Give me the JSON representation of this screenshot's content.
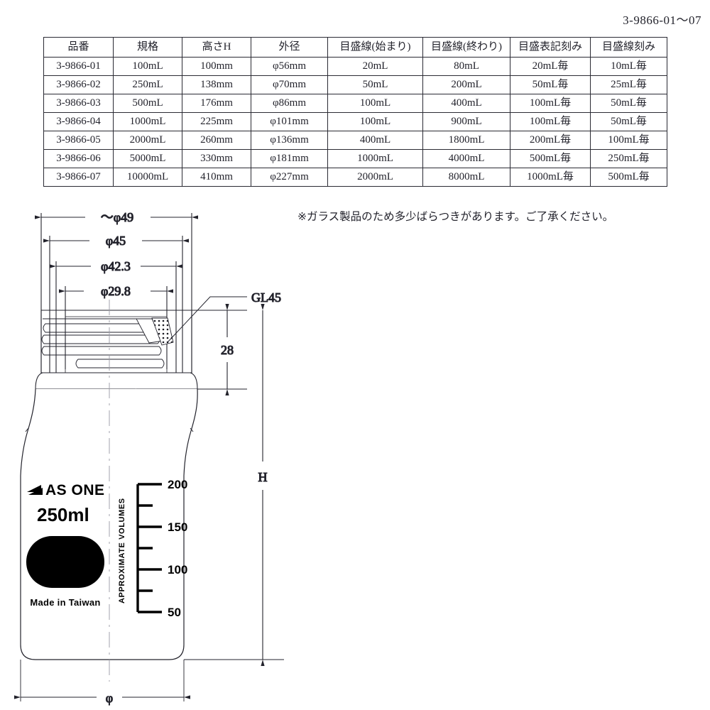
{
  "part_code": "3-9866-01〜07",
  "note": "※ガラス製品のため多少ばらつきがあります。ご了承ください。",
  "table": {
    "headers": [
      "品番",
      "規格",
      "高さH",
      "外径",
      "目盛線(始まり)",
      "目盛線(終わり)",
      "目盛表記刻み",
      "目盛線刻み"
    ],
    "rows": [
      [
        "3-9866-01",
        "100mL",
        "100mm",
        "φ56mm",
        "20mL",
        "80mL",
        "20mL毎",
        "10mL毎"
      ],
      [
        "3-9866-02",
        "250mL",
        "138mm",
        "φ70mm",
        "50mL",
        "200mL",
        "50mL毎",
        "25mL毎"
      ],
      [
        "3-9866-03",
        "500mL",
        "176mm",
        "φ86mm",
        "100mL",
        "400mL",
        "100mL毎",
        "50mL毎"
      ],
      [
        "3-9866-04",
        "1000mL",
        "225mm",
        "φ101mm",
        "100mL",
        "900mL",
        "100mL毎",
        "50mL毎"
      ],
      [
        "3-9866-05",
        "2000mL",
        "260mm",
        "φ136mm",
        "400mL",
        "1800mL",
        "200mL毎",
        "100mL毎"
      ],
      [
        "3-9866-06",
        "5000mL",
        "330mm",
        "φ181mm",
        "1000mL",
        "4000mL",
        "500mL毎",
        "250mL毎"
      ],
      [
        "3-9866-07",
        "10000mL",
        "410mm",
        "φ227mm",
        "2000mL",
        "8000mL",
        "1000mL毎",
        "500mL毎"
      ]
    ]
  },
  "drawing": {
    "dimensions": {
      "outer_cap": "〜φ49",
      "thread_major": "φ45",
      "thread_minor": "φ42.3",
      "bore": "φ29.8",
      "thread_spec": "GL45",
      "neck_height": "28",
      "total_height": "H",
      "body_diameter": "φ"
    },
    "bottle_label": {
      "brand": "AS ONE",
      "volume": "250ml",
      "origin": "Made in Taiwan",
      "scale_caption": "APPROXIMATE VOLUMES"
    },
    "graduations": {
      "major_labels": [
        "200",
        "150",
        "100",
        "50"
      ],
      "units": "mL"
    }
  },
  "colors": {
    "line": "#23232c",
    "text": "#23232c",
    "label_fill": "#000000",
    "background": "#ffffff"
  }
}
